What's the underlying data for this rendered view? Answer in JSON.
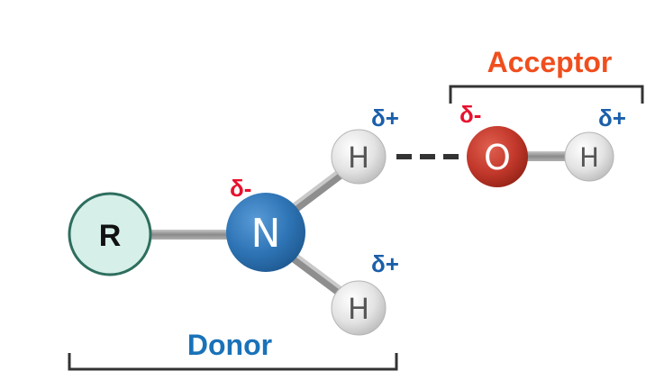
{
  "labels": {
    "acceptor": "Acceptor",
    "donor": "Donor"
  },
  "atoms": {
    "r": "R",
    "n": "N",
    "h_top": "H",
    "h_bottom": "H",
    "o": "O",
    "h_right": "H"
  },
  "charges": {
    "n": "δ-",
    "h_top": "δ+",
    "h_bottom": "δ+",
    "o": "δ-",
    "h_right": "δ+"
  },
  "colors": {
    "acceptor_label": "#F04E1E",
    "donor_label": "#1A72B8",
    "delta_minus": "#E8112D",
    "delta_plus": "#1A5FAA",
    "r_fill": "#D6EFE9",
    "r_stroke": "#2E6E5E",
    "n_fill": "#2E74B5",
    "o_fill": "#C2382B",
    "h_fill": "#E3E3E3",
    "bond": "#9A9A9A",
    "bracket": "#333333"
  }
}
